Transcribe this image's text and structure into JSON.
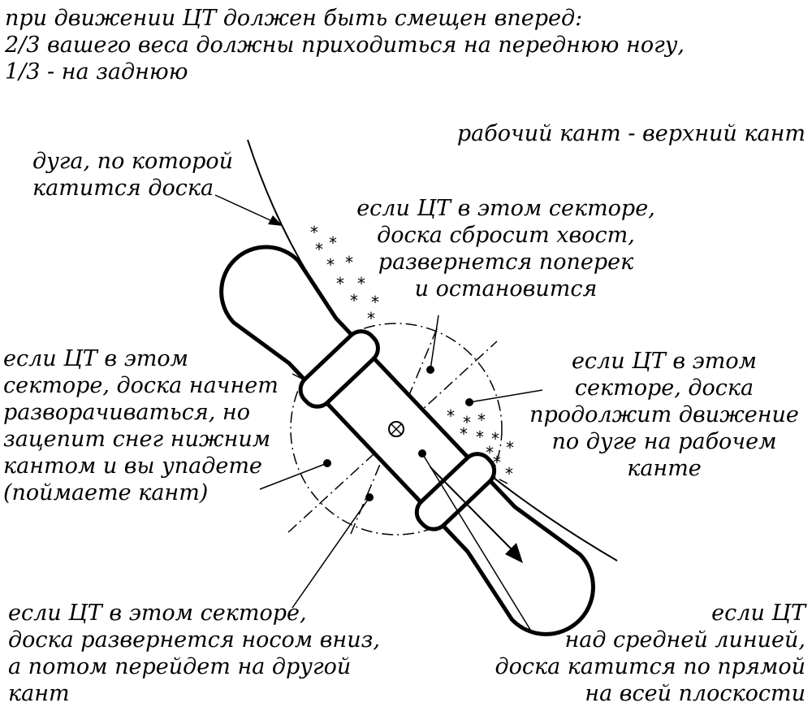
{
  "header": {
    "lines": [
      "при движении ЦТ должен быть смещен вперед:",
      "2/3 вашего веса должны приходиться на переднюю ногу,",
      "1/3 - на заднюю"
    ]
  },
  "labels": {
    "working_edge": "рабочий кант - верхний кант",
    "arc": [
      "дуга, по которой",
      "катится доска"
    ],
    "sector_top": [
      "если ЦТ в этом секторе,",
      "доска сбросит хвост,",
      "развернется поперек",
      "и остановится"
    ],
    "sector_left": [
      "если ЦТ в этом",
      "секторе, доска начнет",
      "разворачиваться, но",
      "зацепит снег нижним",
      "кантом и вы упадете",
      "(поймаете кант)"
    ],
    "sector_right": [
      "если ЦТ в этом",
      "секторе, доска",
      "продолжит движение",
      "по дуге на рабочем",
      "канте"
    ],
    "sector_bottom": [
      "если ЦТ в этом секторе,",
      "доска развернется носом вниз,",
      "а потом перейдет на другой",
      "кант"
    ],
    "midline": [
      "если ЦТ",
      "над средней линией,",
      "доска катится по прямой",
      "на всей плоскости"
    ]
  },
  "colors": {
    "ink": "#000000",
    "background": "#ffffff"
  }
}
